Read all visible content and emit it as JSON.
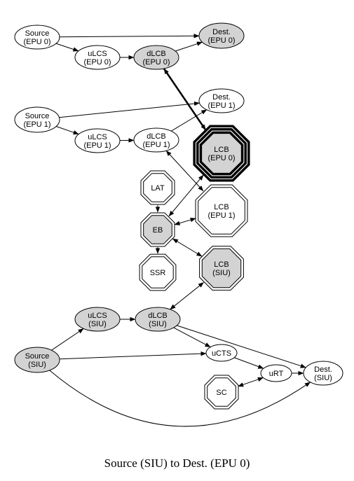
{
  "caption": "Source (SIU) to Dest. (EPU 0)",
  "colors": {
    "highlight_fill": "#d3d3d3",
    "plain_fill": "#ffffff",
    "stroke": "#000000"
  },
  "nodes": {
    "source_epu0": {
      "lines": [
        "Source",
        "(EPU 0)"
      ],
      "shape": "ellipse",
      "highlighted": false
    },
    "ulcs_epu0": {
      "lines": [
        "uLCS",
        "(EPU 0)"
      ],
      "shape": "ellipse",
      "highlighted": false
    },
    "dlcb_epu0": {
      "lines": [
        "dLCB",
        "(EPU 0)"
      ],
      "shape": "ellipse",
      "highlighted": true
    },
    "dest_epu0": {
      "lines": [
        "Dest.",
        "(EPU 0)"
      ],
      "shape": "ellipse",
      "highlighted": true
    },
    "source_epu1": {
      "lines": [
        "Source",
        "(EPU 1)"
      ],
      "shape": "ellipse",
      "highlighted": false
    },
    "ulcs_epu1": {
      "lines": [
        "uLCS",
        "(EPU 1)"
      ],
      "shape": "ellipse",
      "highlighted": false
    },
    "dlcb_epu1": {
      "lines": [
        "dLCB",
        "(EPU 1)"
      ],
      "shape": "ellipse",
      "highlighted": false
    },
    "dest_epu1": {
      "lines": [
        "Dest.",
        "(EPU 1)"
      ],
      "shape": "ellipse",
      "highlighted": false
    },
    "lcb_epu0": {
      "lines": [
        "LCB",
        "(EPU 0)"
      ],
      "shape": "octagon",
      "highlighted": true,
      "bold": true
    },
    "lat": {
      "lines": [
        "LAT"
      ],
      "shape": "octagon",
      "highlighted": false
    },
    "lcb_epu1": {
      "lines": [
        "LCB",
        "(EPU 1)"
      ],
      "shape": "octagon",
      "highlighted": false
    },
    "eb": {
      "lines": [
        "EB"
      ],
      "shape": "octagon",
      "highlighted": true
    },
    "ssr": {
      "lines": [
        "SSR"
      ],
      "shape": "octagon",
      "highlighted": false
    },
    "lcb_siu": {
      "lines": [
        "LCB",
        "(SIU)"
      ],
      "shape": "octagon",
      "highlighted": true
    },
    "ulcs_siu": {
      "lines": [
        "uLCS",
        "(SIU)"
      ],
      "shape": "ellipse",
      "highlighted": true
    },
    "dlcb_siu": {
      "lines": [
        "dLCB",
        "(SIU)"
      ],
      "shape": "ellipse",
      "highlighted": true
    },
    "source_siu": {
      "lines": [
        "Source",
        "(SIU)"
      ],
      "shape": "ellipse",
      "highlighted": true
    },
    "ucts": {
      "lines": [
        "uCTS"
      ],
      "shape": "ellipse",
      "highlighted": false
    },
    "urt": {
      "lines": [
        "uRT"
      ],
      "shape": "ellipse",
      "highlighted": false
    },
    "dest_siu": {
      "lines": [
        "Dest.",
        "(SIU)"
      ],
      "shape": "ellipse",
      "highlighted": false
    },
    "sc": {
      "lines": [
        "SC"
      ],
      "shape": "octagon",
      "highlighted": false
    }
  },
  "edges": [
    {
      "from": "source_epu0",
      "to": "dest_epu0"
    },
    {
      "from": "source_epu0",
      "to": "ulcs_epu0"
    },
    {
      "from": "ulcs_epu0",
      "to": "dlcb_epu0"
    },
    {
      "from": "dlcb_epu0",
      "to": "dest_epu0"
    },
    {
      "from": "dlcb_epu0",
      "to": "lcb_epu0",
      "bidirectional": true,
      "bold": true
    },
    {
      "from": "source_epu1",
      "to": "dest_epu1"
    },
    {
      "from": "source_epu1",
      "to": "ulcs_epu1"
    },
    {
      "from": "ulcs_epu1",
      "to": "dlcb_epu1"
    },
    {
      "from": "dlcb_epu1",
      "to": "dest_epu1"
    },
    {
      "from": "dlcb_epu1",
      "to": "lcb_epu1",
      "bidirectional": true
    },
    {
      "from": "lat",
      "to": "eb"
    },
    {
      "from": "eb",
      "to": "lcb_epu0",
      "bidirectional": true
    },
    {
      "from": "eb",
      "to": "lcb_epu1",
      "bidirectional": true
    },
    {
      "from": "eb",
      "to": "ssr"
    },
    {
      "from": "eb",
      "to": "lcb_siu",
      "bidirectional": true
    },
    {
      "from": "dlcb_siu",
      "to": "lcb_siu",
      "bidirectional": true
    },
    {
      "from": "source_siu",
      "to": "ulcs_siu"
    },
    {
      "from": "ulcs_siu",
      "to": "dlcb_siu"
    },
    {
      "from": "dlcb_siu",
      "to": "ucts"
    },
    {
      "from": "dlcb_siu",
      "to": "dest_siu"
    },
    {
      "from": "source_siu",
      "to": "ucts"
    },
    {
      "from": "ucts",
      "to": "urt"
    },
    {
      "from": "urt",
      "to": "dest_siu"
    },
    {
      "from": "sc",
      "to": "urt",
      "bidirectional": true
    },
    {
      "from": "source_siu",
      "to": "dest_siu"
    }
  ]
}
